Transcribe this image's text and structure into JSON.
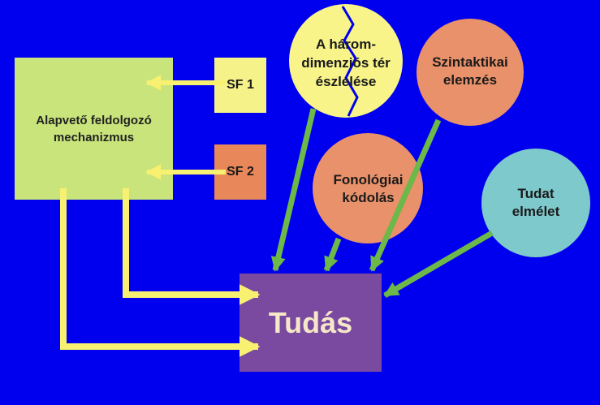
{
  "main_box": {
    "label": "Alapvető feldolgozó\nmechanizmus"
  },
  "sf1": {
    "label": "SF 1"
  },
  "sf2": {
    "label": "SF 2"
  },
  "tudas": {
    "label": "Tudás"
  },
  "circles": {
    "harom_dim": {
      "label": "A három-\ndimenziós tér\nészlelése"
    },
    "szintaktikai": {
      "label": "Szintaktikai\nelemzés"
    },
    "fonologiai": {
      "label": "Fonológiai\nkódolás"
    },
    "tudat": {
      "label": "Tudat\nelmélet"
    }
  },
  "colors": {
    "background": "#0000ee",
    "main_box": "#c8e47a",
    "sf1": "#f5f28a",
    "sf2": "#e8875a",
    "tudas": "#7a4aa0",
    "harom_dim": "#f8f48a",
    "szintaktikai": "#e8916a",
    "fonologiai": "#e8916a",
    "tudat": "#7ec9cc",
    "yellow_arrow": "#f8f070",
    "green_arrow": "#6cb848"
  }
}
